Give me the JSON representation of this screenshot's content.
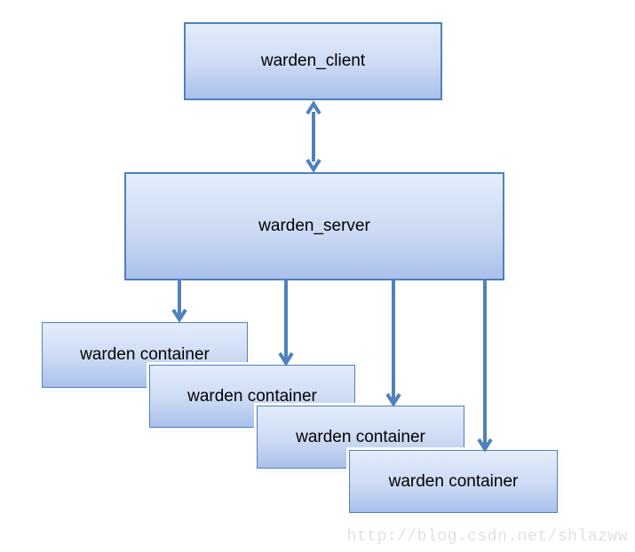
{
  "diagram": {
    "client": {
      "label": "warden_client"
    },
    "server": {
      "label": "warden_server"
    },
    "containers": [
      {
        "label": "warden container"
      },
      {
        "label": "warden container"
      },
      {
        "label": "warden container"
      },
      {
        "label": "warden container"
      }
    ],
    "watermark": "http://blog.csdn.net/shlazww",
    "colors": {
      "box_border": "#4f81bd",
      "box_fill_top": "#e3edfb",
      "box_fill_bottom": "#aac0ec",
      "arrow": "#4f81bd",
      "text": "#000000",
      "watermark": "#e2e2dc",
      "background": "#ffffff"
    }
  }
}
